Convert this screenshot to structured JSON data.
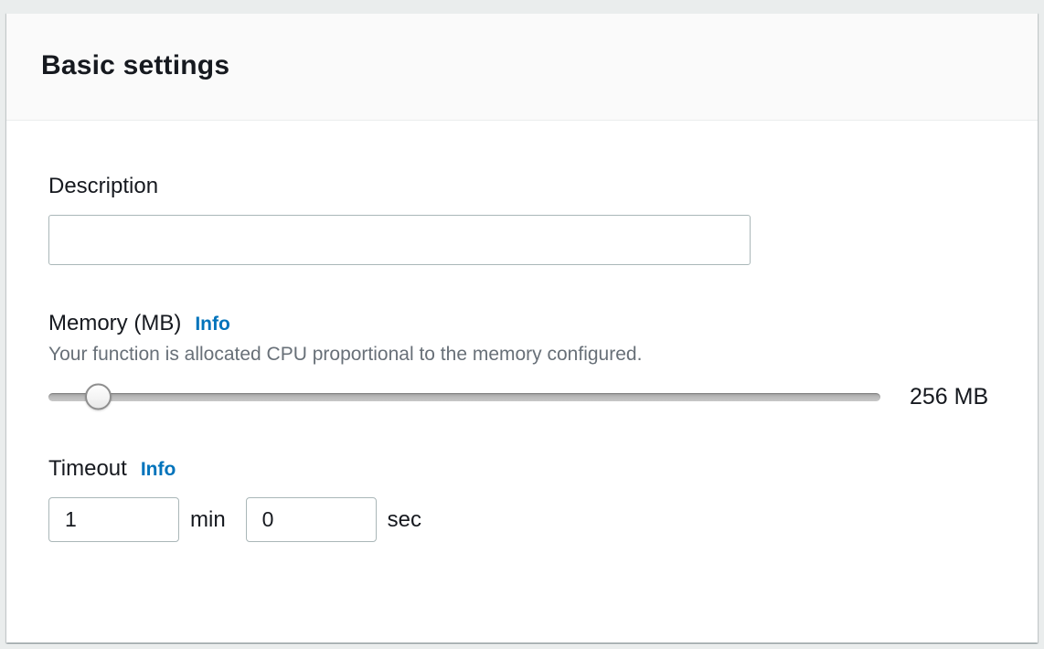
{
  "panel": {
    "title": "Basic settings"
  },
  "fields": {
    "description": {
      "label": "Description",
      "value": ""
    },
    "memory": {
      "label": "Memory (MB)",
      "info": "Info",
      "help": "Your function is allocated CPU proportional to the memory configured.",
      "display_value": "256 MB"
    },
    "timeout": {
      "label": "Timeout",
      "info": "Info",
      "minutes": "1",
      "minutes_unit": "min",
      "seconds": "0",
      "seconds_unit": "sec"
    }
  },
  "colors": {
    "info_link": "#0073bb",
    "heading_text": "#16191f",
    "help_text": "#687078",
    "page_background": "#eaeded"
  }
}
